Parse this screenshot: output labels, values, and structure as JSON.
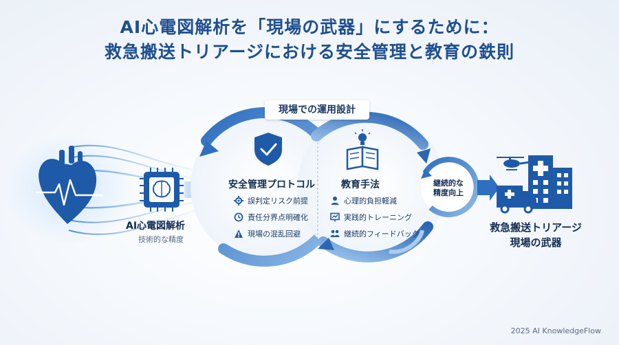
{
  "title": {
    "line1": "AI心電図解析を「現場の武器」にするために：",
    "line2": "救急搬送トリアージにおける安全管理と教育の鉄則"
  },
  "banner": "現場での運用設計",
  "left_node": {
    "label": "AI心電図解析",
    "sublabel": "技術的な精度"
  },
  "safety": {
    "title": "安全管理プロトコル",
    "items": [
      {
        "label": "誤判定リスク前提",
        "icon": "gear-icon"
      },
      {
        "label": "責任分界点明確化",
        "icon": "clock-icon"
      },
      {
        "label": "現場の混乱回避",
        "icon": "warning-icon"
      }
    ]
  },
  "education": {
    "title": "教育手法",
    "items": [
      {
        "label": "心理的負担軽減",
        "icon": "person-icon"
      },
      {
        "label": "実践的トレーニング",
        "icon": "chart-board-icon"
      },
      {
        "label": "継続的フィードバック",
        "icon": "people-icon"
      }
    ]
  },
  "loop_node": {
    "line1": "継続的な",
    "line2": "精度向上"
  },
  "right_node": {
    "line1": "救急搬送トリアージ",
    "line2": "現場の武器"
  },
  "footer": "2025 AI KnowledgeFlow",
  "colors": {
    "primary": "#1e4f8f",
    "accent": "#3f86d6",
    "light": "#a9ccf0"
  }
}
